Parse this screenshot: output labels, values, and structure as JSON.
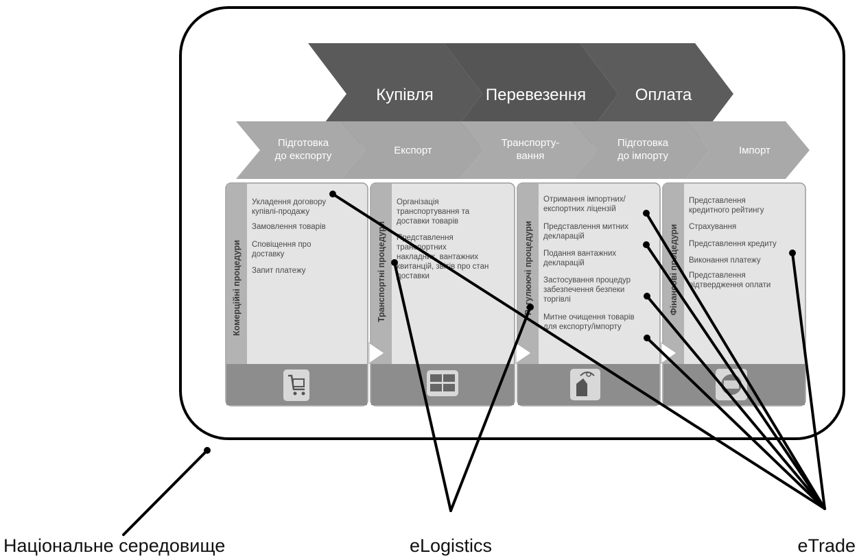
{
  "top_stages": [
    {
      "label": "Купівля"
    },
    {
      "label": "Перевезення"
    },
    {
      "label": "Оплата"
    }
  ],
  "sub_stages": [
    {
      "line1": "Підготовка",
      "line2": "до експорту"
    },
    {
      "line1": "Експорт",
      "line2": ""
    },
    {
      "line1": "Транспорту-",
      "line2": "вання"
    },
    {
      "line1": "Підготовка",
      "line2": "до імпорту"
    },
    {
      "line1": "Імпорт",
      "line2": ""
    }
  ],
  "columns": [
    {
      "title": "Комерційні процедури",
      "icon": "shopping-cart-icon",
      "items": [
        [
          "Укладення договору",
          "купівлі-продажу"
        ],
        [
          "Замовлення товарів"
        ],
        [
          "Сповіщення про",
          "доставку"
        ],
        [
          "Запит платежу"
        ]
      ]
    },
    {
      "title": "Транспортні процедури",
      "icon": "containers-icon",
      "items": [
        [
          "Організація",
          "транспортування та",
          "доставки товарів"
        ],
        [
          "Представлення",
          "транспортних",
          "накладних, вантажних",
          "квитанцій, звітів про стан",
          "доставки"
        ]
      ]
    },
    {
      "title": "Регулюючі процедури",
      "icon": "hand-stamp-icon",
      "items": [
        [
          "Отримання імпортних/",
          "експортних ліцензій"
        ],
        [
          "Представлення митних",
          "декларацій"
        ],
        [
          "Подання вантажних",
          "декларацій"
        ],
        [
          "Застосування процедур",
          "забезпечення безпеки",
          "торгівлі"
        ],
        [
          "Митне очищення товарів",
          "для експорту/імпорту"
        ]
      ]
    },
    {
      "title": "Фінансові процедури",
      "icon": "money-icon",
      "items": [
        [
          "Представлення",
          "кредитного рейтингу"
        ],
        [
          "Страхування"
        ],
        [
          "Представлення кредиту"
        ],
        [
          "Виконання платежу"
        ],
        [
          "Представлення",
          "підтвердження оплати"
        ]
      ]
    }
  ],
  "labels": {
    "national": "Національне середовище",
    "elogistics": "eLogistics",
    "etrade": "eTrade"
  }
}
